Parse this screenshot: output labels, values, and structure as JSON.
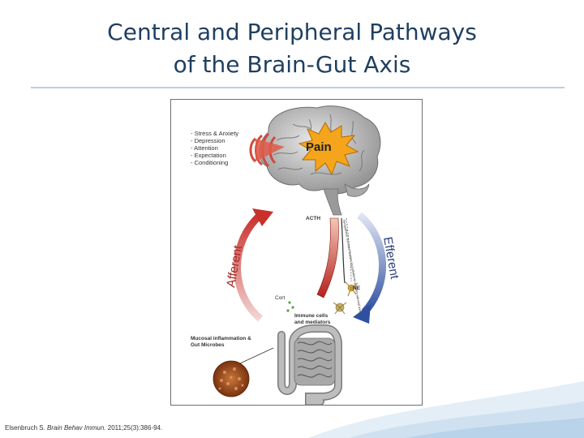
{
  "slide": {
    "title_line1": "Central and Peripheral Pathways",
    "title_line2": "of the Brain-Gut Axis"
  },
  "figure": {
    "cns_factors": [
      "- Stress & Anxiety",
      "- Depression",
      "- Attention",
      "- Expectation",
      "- Conditioning"
    ],
    "pain_label": "Pain",
    "afferent_label": "Afferent",
    "efferent_label": "Efferent",
    "acth_label": "ACTH",
    "ne_label": "NE",
    "cort_label": "Cort",
    "immune_label_line1": "Immune cells",
    "immune_label_line2": "and mediators",
    "mucosal_label_line1": "Mucosal inflammation &",
    "mucosal_label_line2": "Gut Microbes",
    "pathway_text": "Sympathetic Nervous System Hypothalamic-pituitary-adrenal axis"
  },
  "citation": {
    "authors": "Elsenbruch S.",
    "journal": "Brain Behav Immun.",
    "details": "2011;25(3):386-94."
  },
  "colors": {
    "title": "#1f3f5f",
    "rule": "#b9d0e2",
    "afferent_arrow": "#c8302c",
    "efferent_arrow": "#2f4fa0",
    "pain_star": "#f4a51c"
  }
}
